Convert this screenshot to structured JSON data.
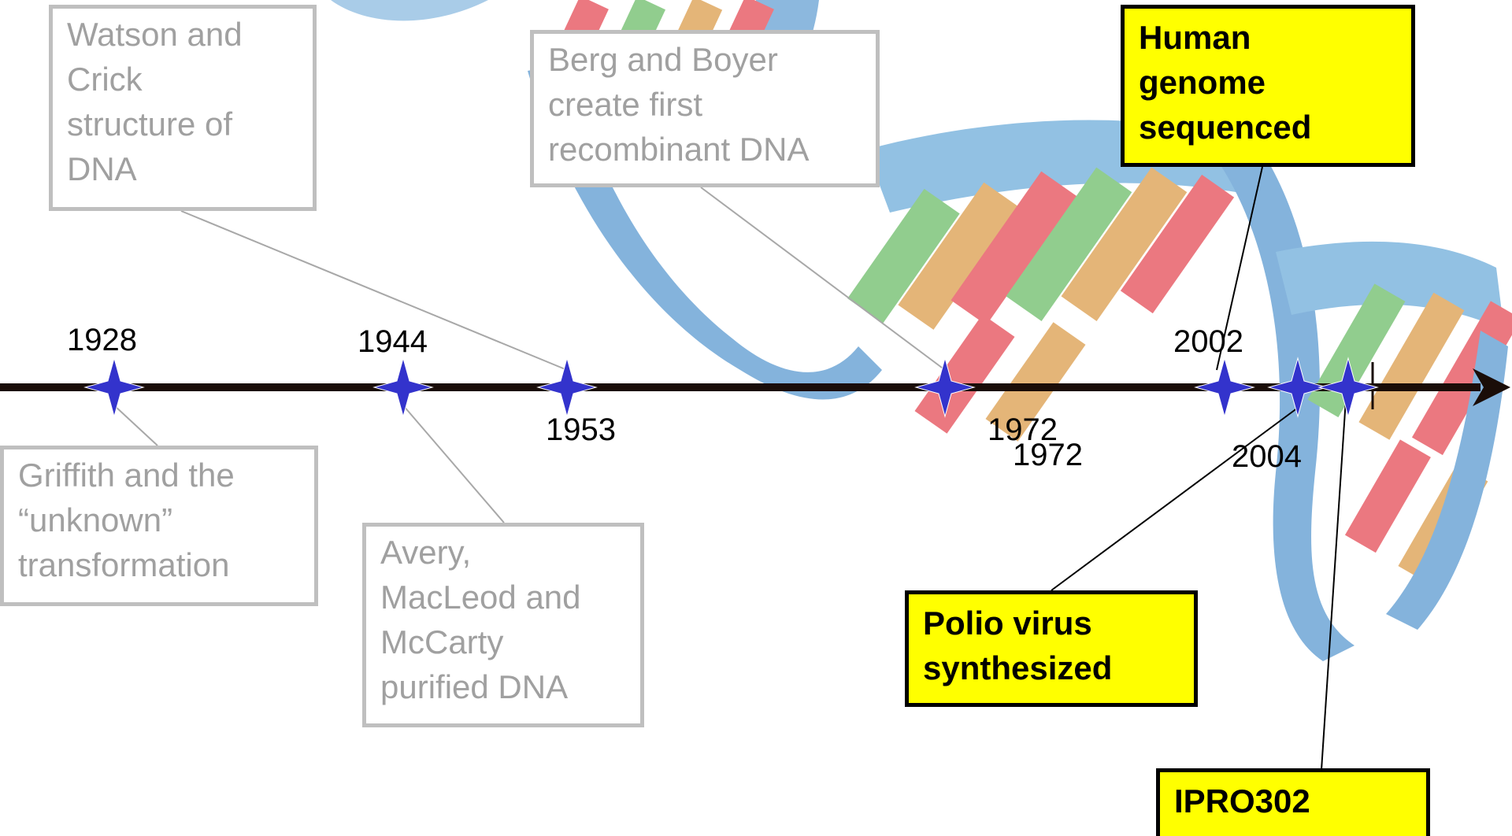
{
  "timeline": {
    "years": {
      "y1928": "1928",
      "y1944": "1944",
      "y1953": "1953",
      "y1972a": "1972",
      "y1972b": "1972",
      "y2002": "2002",
      "y2004": "2004"
    },
    "events": {
      "watson_crick": [
        "Watson and",
        "Crick",
        "structure of",
        "DNA"
      ],
      "berg_boyer": [
        "Berg and Boyer",
        "create first",
        "recombinant DNA"
      ],
      "griffith": [
        "Griffith and the",
        "“unknown”",
        "transformation"
      ],
      "avery": [
        "Avery,",
        "MacLeod and",
        "McCarty",
        "purified DNA"
      ],
      "human_genome": [
        "Human",
        "genome",
        "sequenced"
      ],
      "polio": [
        "Polio virus",
        "synthesized"
      ],
      "ipro": [
        "IPRO302"
      ]
    }
  },
  "colors": {
    "axis": "#1a0d08",
    "marker_fill": "#3333cc",
    "highlight_fill": "#ffff00",
    "grey_border": "#bfbfbf",
    "grey_text": "#a0a0a0",
    "helix_blue": "#78acd8",
    "helix_red": "#e8606a",
    "helix_green": "#7ec47a",
    "helix_orange": "#e0a860"
  },
  "icons": {
    "marker": "four-point-star-icon",
    "arrow": "arrowhead-icon"
  }
}
